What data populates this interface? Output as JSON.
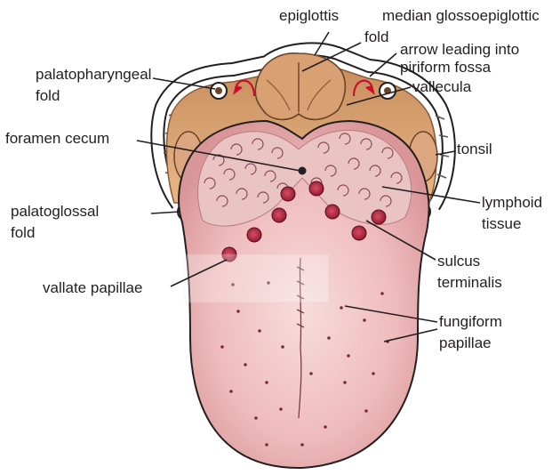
{
  "labels": {
    "epiglottis": "epiglottis",
    "median_glossoepiglottic_line1": "median glossoepiglottic",
    "median_glossoepiglottic_line2": "fold",
    "arrow_piriform_line1": "arrow leading into",
    "arrow_piriform_line2": "piriform fossa",
    "vallecula": "vallecula",
    "palatopharyngeal_line1": "palatopharyngeal",
    "palatopharyngeal_line2": "fold",
    "foramen_cecum": "foramen cecum",
    "tonsil": "tonsil",
    "lymphoid_line1": "lymphoid",
    "lymphoid_line2": "tissue",
    "palatoglossal_line1": "palatoglossal",
    "palatoglossal_line2": "fold",
    "sulcus_line1": "sulcus",
    "sulcus_line2": "terminalis",
    "vallate_papillae": "vallate papillae",
    "fungiform_line1": "fungiform",
    "fungiform_line2": "papillae"
  },
  "colors": {
    "tongue": "#e9aeb0",
    "tongue_dark": "#c98588",
    "mucosa": "#d9a679",
    "mucosa_dark": "#b57e52",
    "red_arrow": "#c8102e",
    "outline": "#231f20",
    "text": "#231f20"
  }
}
